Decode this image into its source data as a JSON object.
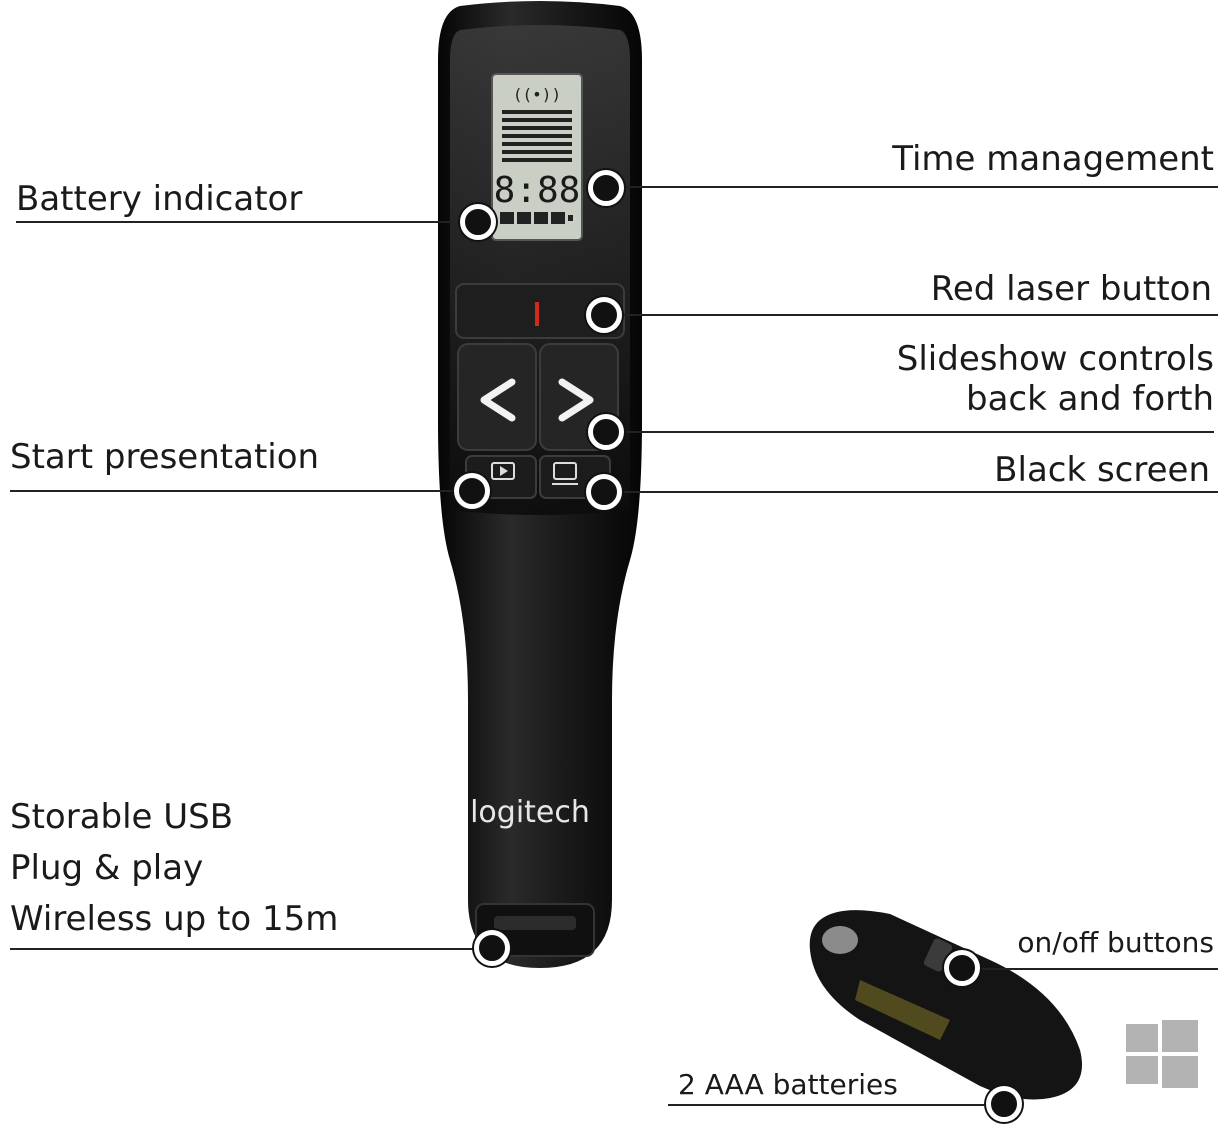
{
  "callouts": {
    "time_management": "Time management",
    "battery_indicator": "Battery indicator",
    "red_laser_button": "Red laser button",
    "slideshow_line1": "Slideshow controls",
    "slideshow_line2": "back and forth",
    "start_presentation": "Start presentation",
    "black_screen": "Black screen",
    "usb_line1": "Storable USB",
    "usb_line2": "Plug & play",
    "usb_line3": "Wireless up to 15m",
    "on_off": "on/off buttons",
    "batteries": "2 AAA batteries"
  },
  "device": {
    "brand": "logitech",
    "lcd_time": "8:88",
    "icons": [
      "signal-icon",
      "slide-icon",
      "battery-icon",
      "laser-icon",
      "back-arrow-icon",
      "forward-arrow-icon",
      "play-icon",
      "screen-icon",
      "windows-logo-icon"
    ]
  },
  "colors": {
    "device_body": "#141414",
    "lcd_background": "#c9cfc4",
    "laser_red": "#d42a1e",
    "callout_line": "#222222"
  }
}
